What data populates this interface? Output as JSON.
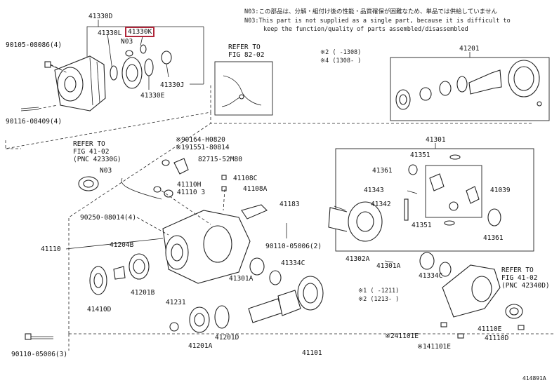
{
  "notes": {
    "ja": "N03:この部品は、分解・組付け後の性能・品質確保が困難なため、単品では供給していません",
    "en1": "N03:This part is not supplied as a single part, because it is difficult to",
    "en2": "keep the function/quality of parts assembled/disassembled",
    "periods": [
      "※2 ( -1308)",
      "※4 (1308- )"
    ],
    "periods2": [
      "※1 ( -1211)",
      "※2 (1213- )"
    ]
  },
  "refer": {
    "fig8202": [
      "REFER TO",
      "FIG 82-02"
    ],
    "fig4102a": [
      "REFER TO",
      "FIG 41-02",
      "(PNC 42330G)"
    ],
    "fig4102b": [
      "REFER TO",
      "FIG 41-02",
      "(PNC 42340D)"
    ]
  },
  "highlighted": "41330K",
  "labels": {
    "p41330D": "41330D",
    "p41330L": "41330L",
    "p41330K": "41330K",
    "n03a": "N03",
    "p90105": "90105-08086(4)",
    "p41330J": "41330J",
    "p41330E": "41330E",
    "p90116": "90116-08409(4)",
    "p41201": "41201",
    "p90164": "※90164-H0820",
    "p91551": "※191551-80814",
    "p82715": "82715-52M80",
    "n03b": "N03",
    "p41108C": "41108C",
    "p41110H": "41110H",
    "p41110_3": "41110 3",
    "p41108A": "41108A",
    "p41183": "41183",
    "p90250": "90250-08014(4)",
    "p90110a": "90110-05006(2)",
    "p41110": "41110",
    "p41204B": "41204B",
    "p41201B": "41201B",
    "p41410D": "41410D",
    "p41334C_a": "41334C",
    "p41301A_a": "41301A",
    "p41231": "41231",
    "p41201A": "41201A",
    "p41201D": "41201D",
    "p90110b": "90110-05006(3)",
    "p41101": "41101",
    "p41101E": "※241101E",
    "p41101EE": "※141101E",
    "p41301": "41301",
    "p41351a": "41351",
    "p41361a": "41361",
    "p41343": "41343",
    "p41342": "41342",
    "p41039": "41039",
    "p41351b": "41351",
    "p41361b": "41361",
    "p41302A": "41302A",
    "p41301A_b": "41301A",
    "p41334C_b": "41334C",
    "p41110E": "41110E",
    "p41110D": "41110D",
    "code": "414891A"
  }
}
